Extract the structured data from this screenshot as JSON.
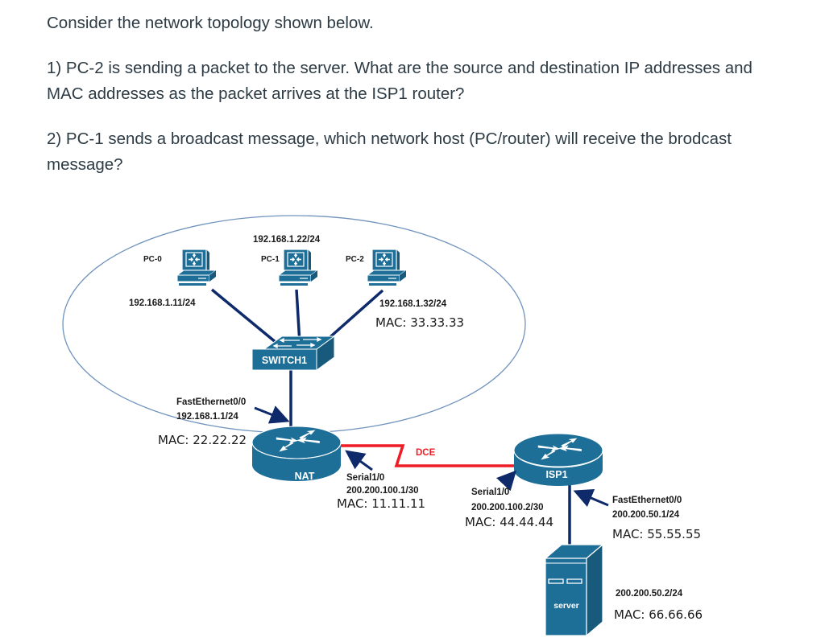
{
  "question": {
    "intro": "Consider the network topology shown below.",
    "q1": "1) PC-2 is sending a packet to the server. What are the source and destination IP addresses and MAC addresses as the packet arrives at the ISP1 router?",
    "q2": "2) PC-1 sends a broadcast message, which  network host (PC/router) will receive the brodcast message?"
  },
  "colors": {
    "device": "#1e6f98",
    "device_dark": "#175a7c",
    "link": "#0e2a6b",
    "serial_link": "#ee1c24",
    "dce_label": "#ee1c24",
    "lan_boundary": "#6f93bd",
    "text": "#2d3b45"
  },
  "diagram": {
    "lan": {
      "pcs": [
        {
          "name": "PC-0",
          "ip": "192.168.1.11/24"
        },
        {
          "name": "PC-1",
          "ip": "192.168.1.22/24"
        },
        {
          "name": "PC-2",
          "ip": "192.168.1.32/24",
          "mac": "MAC: 33.33.33"
        }
      ],
      "switch": {
        "name": "SWITCH1"
      }
    },
    "nat_router": {
      "name": "NAT",
      "fa_interface": "FastEthernet0/0",
      "fa_ip": "192.168.1.1/24",
      "fa_mac": "MAC: 22.22.22",
      "serial_interface": "Serial1/0",
      "serial_ip": "200.200.100.1/30",
      "serial_mac": "MAC: 11.11.11"
    },
    "serial_link": {
      "label": "DCE"
    },
    "isp_router": {
      "name": "ISP1",
      "serial_interface": "Serial1/0",
      "serial_ip": "200.200.100.2/30",
      "serial_mac": "MAC: 44.44.44",
      "fa_interface": "FastEthernet0/0",
      "fa_ip": "200.200.50.1/24",
      "fa_mac": "MAC: 55.55.55"
    },
    "server": {
      "name": "server",
      "ip": "200.200.50.2/24",
      "mac": "MAC: 66.66.66"
    }
  }
}
